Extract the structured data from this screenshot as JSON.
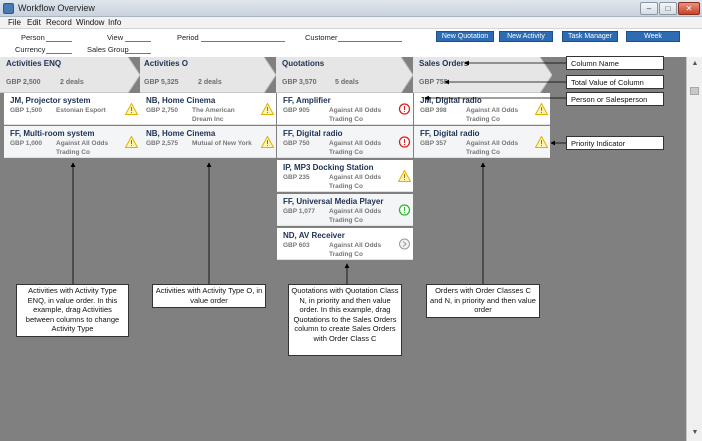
{
  "window": {
    "title": "Workflow Overview",
    "minimize_label": "–",
    "maximize_label": "□",
    "close_label": "✕"
  },
  "menu": {
    "file": "File",
    "edit": "Edit",
    "record": "Record",
    "window": "Window",
    "info": "Info"
  },
  "filters": {
    "person": "Person",
    "view": "View",
    "period": "Period",
    "customer": "Customer",
    "currency": "Currency",
    "sales_group": "Sales Group"
  },
  "actions": {
    "new_quotation": "New Quotation",
    "new_activity": "New Activity",
    "task_manager": "Task Manager",
    "week": "Week"
  },
  "columns": [
    {
      "name": "Activities ENQ",
      "total": "GBP 2,500",
      "deals": "2 deals"
    },
    {
      "name": "Activities O",
      "total": "GBP 5,325",
      "deals": "2 deals"
    },
    {
      "name": "Quotations",
      "total": "GBP 3,570",
      "deals": "5 deals"
    },
    {
      "name": "Sales Orders",
      "total": "GBP 755",
      "deals": ""
    }
  ],
  "cards": {
    "c0": [
      {
        "title": "JM, Projector system",
        "amount": "GBP 1,500",
        "customer": "Estonian Esport",
        "priority": "warning"
      },
      {
        "title": "FF, Multi-room system",
        "amount": "GBP 1,000",
        "customer": "Against All Odds Trading Co",
        "priority": "warning"
      }
    ],
    "c1": [
      {
        "title": "NB, Home Cinema",
        "amount": "GBP 2,750",
        "customer": "The American Dream Inc",
        "priority": "warning"
      },
      {
        "title": "NB, Home Cinema",
        "amount": "GBP 2,575",
        "customer": "Mutual of New York",
        "priority": "warning"
      }
    ],
    "c2": [
      {
        "title": "FF, Amplifier",
        "amount": "GBP 905",
        "customer": "Against All Odds Trading Co",
        "priority": "urgent"
      },
      {
        "title": "FF, Digital radio",
        "amount": "GBP 750",
        "customer": "Against All Odds Trading Co",
        "priority": "urgent"
      },
      {
        "title": "IP, MP3 Docking Station",
        "amount": "GBP 235",
        "customer": "Against All Odds Trading Co",
        "priority": "warning"
      },
      {
        "title": "FF, Universal Media Player",
        "amount": "GBP 1,077",
        "customer": "Against All Odds Trading Co",
        "priority": "ok"
      },
      {
        "title": "ND, AV Receiver",
        "amount": "GBP 603",
        "customer": "Against All Odds Trading Co",
        "priority": "next"
      }
    ],
    "c3": [
      {
        "title": "JM, Digital radio",
        "amount": "GBP 398",
        "customer": "Against All Odds Trading Co",
        "priority": "warning"
      },
      {
        "title": "FF, Digital radio",
        "amount": "GBP 357",
        "customer": "Against All Odds Trading Co",
        "priority": "warning"
      }
    ]
  },
  "callouts": {
    "column_name": "Column Name",
    "total_value": "Total Value of Column",
    "person": "Person or Salesperson",
    "priority": "Priority Indicator",
    "activities_enq": "Activities with Activity Type ENQ, in value order. In this example, drag Activities between columns to change Activity Type",
    "activities_o": "Activities with Activity Type O, in value order",
    "quotations": "Quotations with Quotation Class N, in priority and then value order. In this example, drag Quotations to the Sales Orders column to create Sales Orders with Order Class C",
    "orders": "Orders with Order Classes C and N, in priority and then value order"
  },
  "colors": {
    "accent": "#2d6cb3",
    "board": "#808080",
    "header": "#e6e6e6",
    "card_title": "#1d3153",
    "warning": "#f3c417",
    "urgent": "#d92121",
    "ok": "#2eb82e"
  },
  "icons": {
    "warning": "warning-triangle-icon",
    "urgent": "alert-circle-icon",
    "ok": "ok-circle-icon",
    "next": "chevron-circle-icon"
  }
}
